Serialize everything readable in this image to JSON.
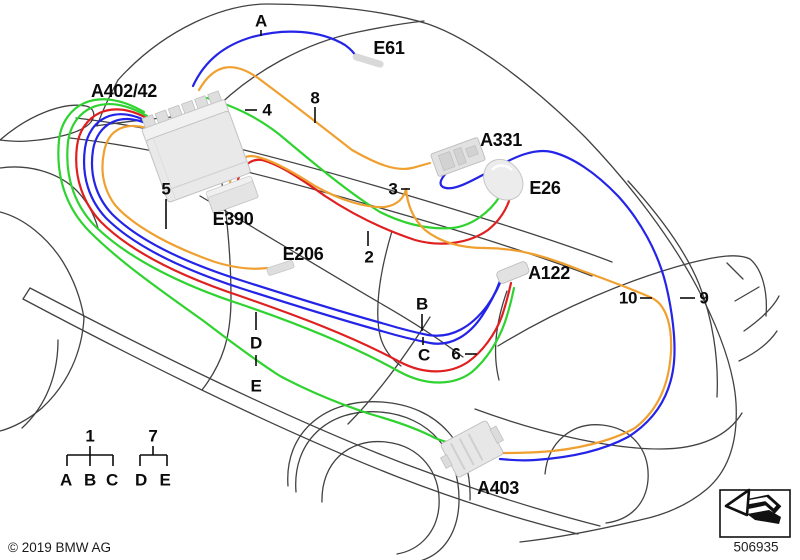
{
  "diagram": {
    "copyright": "© 2019 BMW AG",
    "part_number": "506935",
    "components": {
      "a402": "A402/42",
      "e61": "E61",
      "a331": "A331",
      "e26": "E26",
      "e390": "E390",
      "e206": "E206",
      "a122": "A122",
      "a403": "A403"
    },
    "callouts": {
      "a": "A",
      "b": "B",
      "c": "C",
      "d": "D",
      "e": "E",
      "n2": "2",
      "n3": "3",
      "n4": "4",
      "n5": "5",
      "n6": "6",
      "n8": "8",
      "n9": "9",
      "n10": "10"
    },
    "legend": {
      "group1": {
        "num": "1",
        "items": [
          "A",
          "B",
          "C"
        ]
      },
      "group7": {
        "num": "7",
        "items": [
          "D",
          "E"
        ]
      }
    },
    "colors": {
      "blue": "#2424e8",
      "green": "#2fd32f",
      "red": "#e02020",
      "orange": "#f0a030",
      "body": "#424242"
    }
  }
}
